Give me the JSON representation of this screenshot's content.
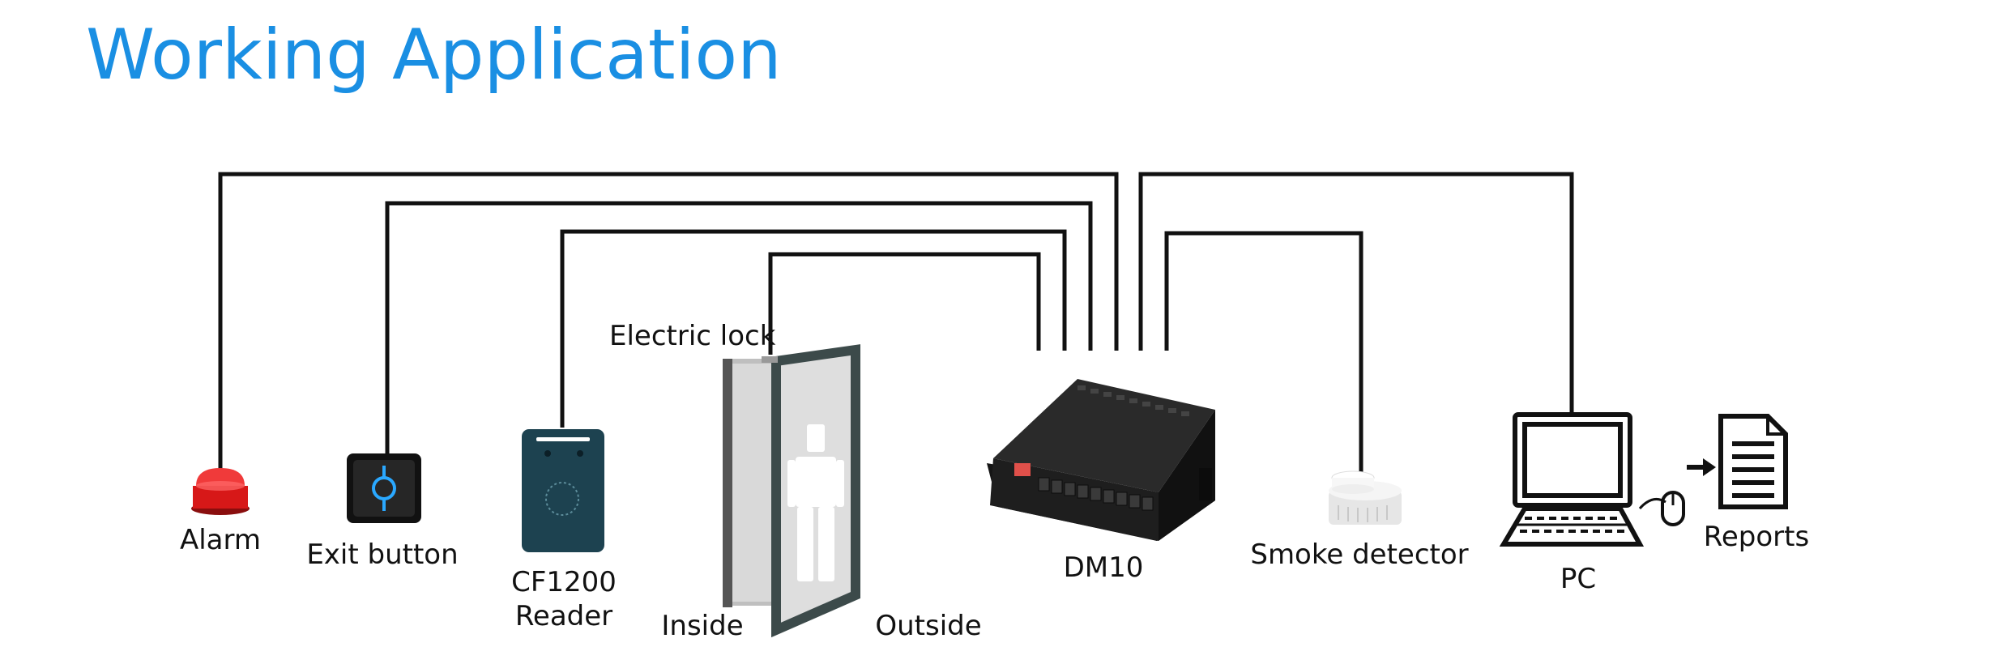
{
  "title": "Working Application",
  "colors": {
    "title": "#1a8fe3",
    "wire": "#111111",
    "alarm_red": "#e02020",
    "exit_blue": "#2aa8ff",
    "reader_body": "#1d4250",
    "controller_body": "#2a2a2a",
    "controller_switch": "#e0504a"
  },
  "devices": {
    "alarm": {
      "label": "Alarm",
      "icon": "alarm-beacon-icon"
    },
    "exit_button": {
      "label": "Exit button",
      "icon": "exit-button-icon"
    },
    "reader": {
      "label_line1": "CF1200",
      "label_line2": "Reader",
      "icon": "card-reader-icon"
    },
    "door": {
      "lock_label": "Electric lock",
      "inside_label": "Inside",
      "outside_label": "Outside",
      "icon": "door-icon"
    },
    "controller": {
      "label": "DM10",
      "icon": "controller-icon"
    },
    "smoke_detector": {
      "label": "Smoke detector",
      "icon": "smoke-detector-icon"
    },
    "pc": {
      "label": "PC",
      "icon": "computer-icon"
    },
    "reports": {
      "label": "Reports",
      "icon": "document-icon"
    }
  }
}
